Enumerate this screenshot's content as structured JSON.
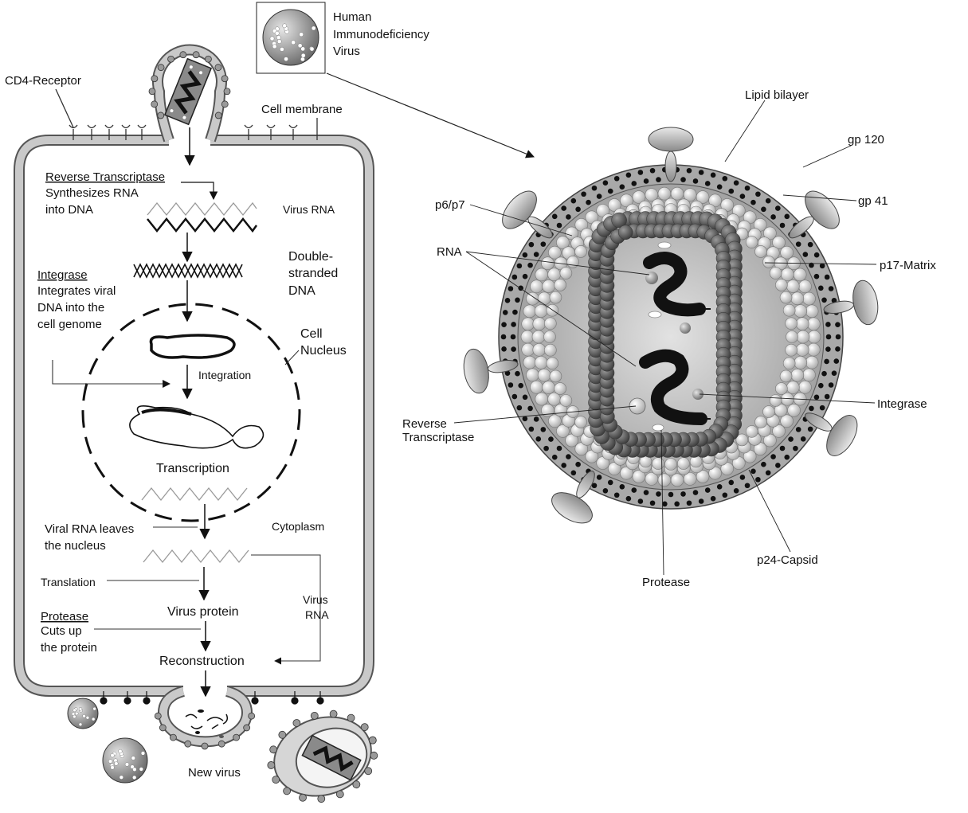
{
  "legend": {
    "virus_name_line1": "Human",
    "virus_name_line2": "Immunodeficiency",
    "virus_name_line3": "Virus"
  },
  "cell": {
    "cd4_receptor": "CD4-Receptor",
    "cell_membrane": "Cell membrane",
    "rt_enzyme": "Reverse Transcriptase",
    "rt_desc_1": "Synthesizes RNA",
    "rt_desc_2": "into DNA",
    "virus_rna": "Virus RNA",
    "dsdna_1": "Double-",
    "dsdna_2": "stranded",
    "dsdna_3": "DNA",
    "integrase_enzyme": "Integrase",
    "integrase_desc_1": "Integrates viral",
    "integrase_desc_2": "DNA into the",
    "integrase_desc_3": "cell genome",
    "nucleus_1": "Cell",
    "nucleus_2": "Nucleus",
    "integration": "Integration",
    "transcription": "Transcription",
    "rna_leaves_1": "Viral RNA leaves",
    "rna_leaves_2": "the nucleus",
    "cytoplasm": "Cytoplasm",
    "translation": "Translation",
    "virus_rna_2a": "Virus",
    "virus_rna_2b": "RNA",
    "virus_protein": "Virus protein",
    "protease_enzyme": "Protease",
    "protease_desc_1": "Cuts up",
    "protease_desc_2": "the protein",
    "reconstruction": "Reconstruction",
    "new_virus": "New virus"
  },
  "virion": {
    "lipid_bilayer": "Lipid bilayer",
    "gp120": "gp 120",
    "gp41": "gp 41",
    "p6p7": "p6/p7",
    "rna": "RNA",
    "p17": "p17-Matrix",
    "integrase": "Integrase",
    "rt_1": "Reverse",
    "rt_2": "Transcriptase",
    "protease": "Protease",
    "p24": "p24-Capsid"
  },
  "colors": {
    "membrane_gray": "#bdbdbd",
    "dark_sphere": "#5a5a5a",
    "light_sphere": "#d6d6d6",
    "ink": "#111111"
  }
}
